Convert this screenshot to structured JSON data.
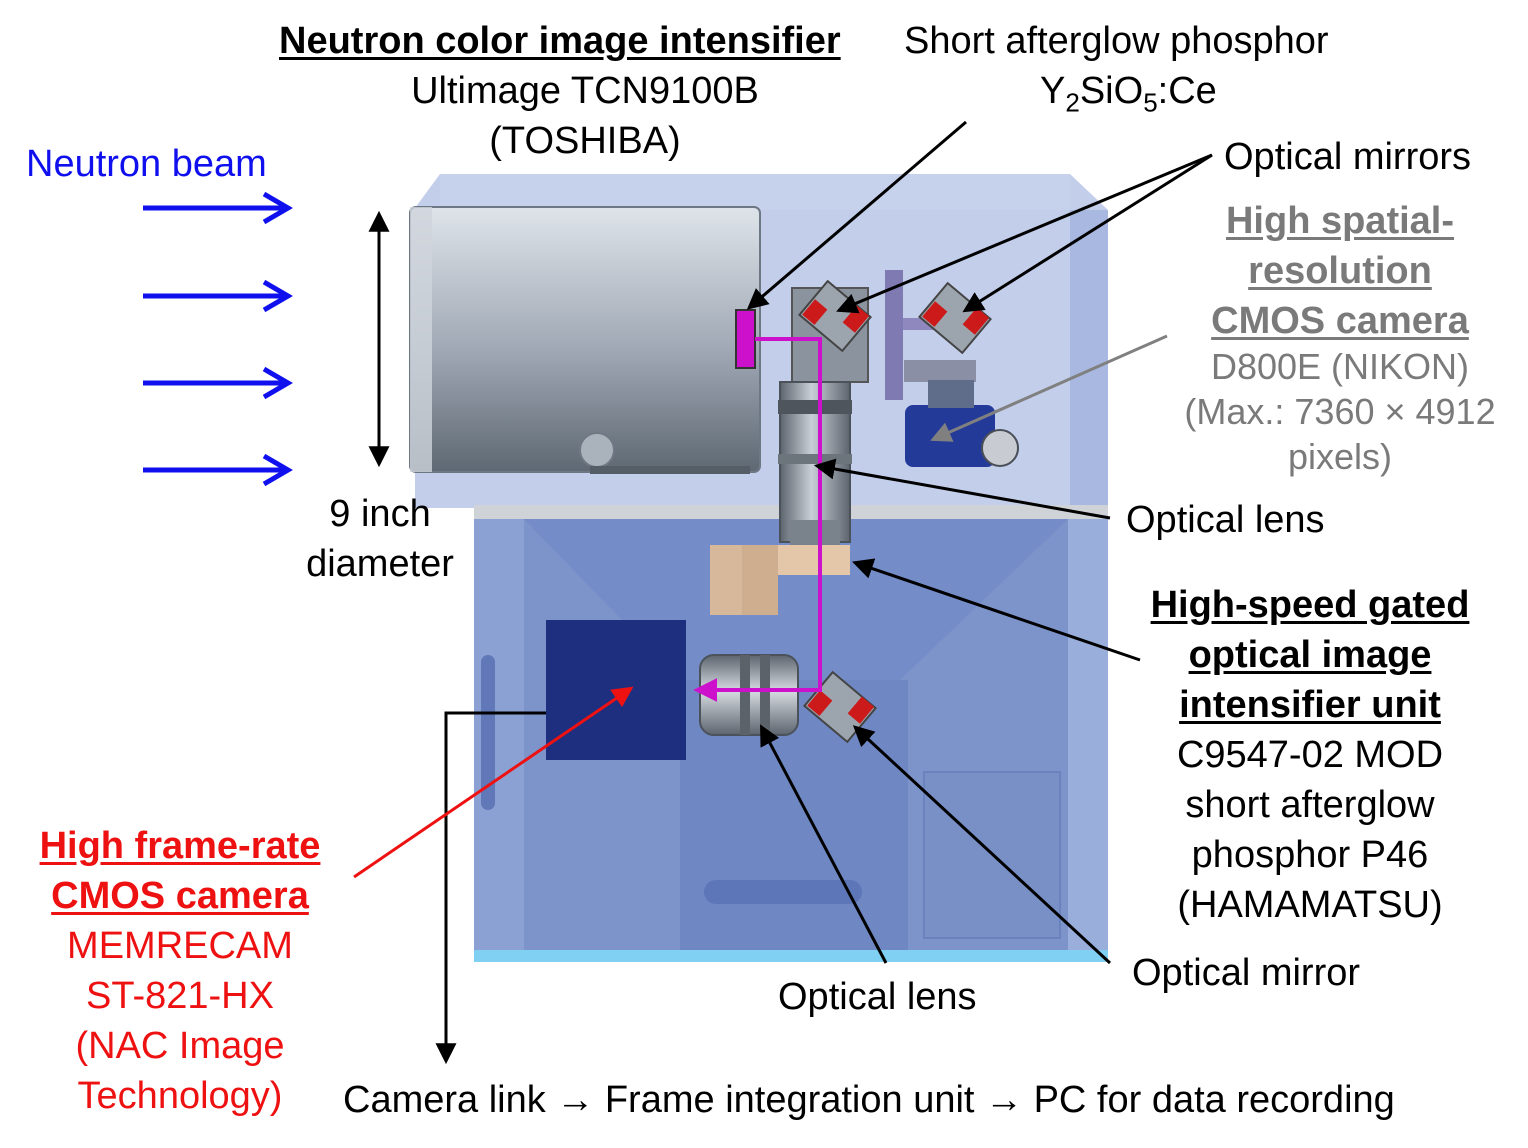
{
  "labels": {
    "nci_title": "Neutron color image intensifier",
    "nci_model": "Ultimage TCN9100B",
    "nci_maker": "(TOSHIBA)",
    "phosphor_title": "Short afterglow phosphor",
    "phosphor_formula": {
      "y": "Y",
      "sub1": "2",
      "si": "SiO",
      "sub2": "5",
      "ce": ":Ce"
    },
    "neutron_beam": "Neutron beam",
    "optical_mirrors": "Optical mirrors",
    "hsr_camera": [
      "High spatial-",
      "resolution",
      "CMOS camera"
    ],
    "hsr_details": [
      "D800E (NIKON)",
      "(Max.: 7360 × 4912",
      "pixels)"
    ],
    "optical_lens_upper": "Optical lens",
    "diameter": [
      "9 inch",
      "diameter"
    ],
    "gated_unit": [
      "High-speed gated",
      "optical image",
      "intensifier unit"
    ],
    "gated_details": [
      "C9547-02 MOD",
      "short afterglow",
      "phosphor P46",
      "(HAMAMATSU)"
    ],
    "hfr_camera": [
      "High frame-rate",
      "CMOS camera"
    ],
    "hfr_details": [
      "MEMRECAM",
      "ST-821-HX",
      "(NAC Image",
      "Technology)"
    ],
    "optical_mirror": "Optical mirror",
    "optical_lens_lower": "Optical lens",
    "footer": "Camera link → Frame integration unit → PC for data recording"
  },
  "colors": {
    "beam_arrow": "#1010ee",
    "light_path": "#cc10cc",
    "red_arrow": "#ee1111",
    "gray_arrow": "#808080",
    "enclosure": "#8ea4d4",
    "camera_box": "#1f2f7f"
  }
}
